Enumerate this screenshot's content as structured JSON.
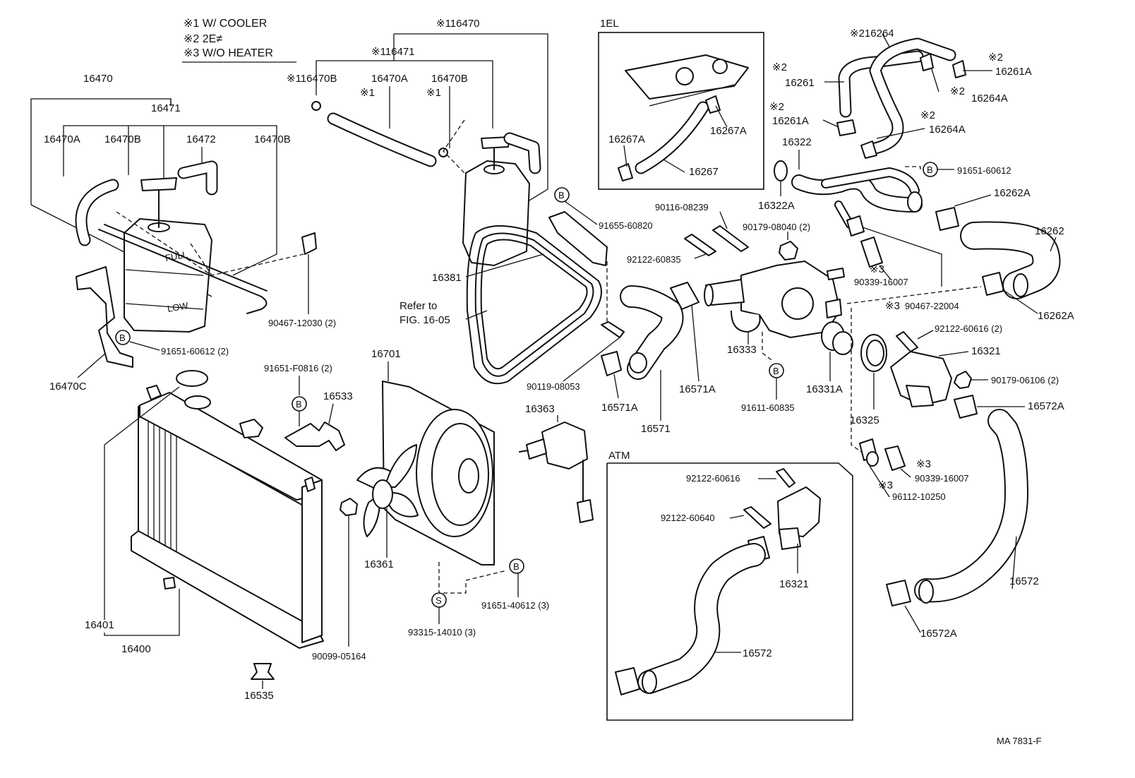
{
  "legend": {
    "note1": "※1 W/ COOLER",
    "note2": "※2 2E≠",
    "note3": "※3 W/O HEATER"
  },
  "insets": {
    "el_title": "1EL",
    "atm_title": "ATM"
  },
  "markers": {
    "b": "B",
    "s": "S",
    "n1": "※1",
    "n2": "※2",
    "n3": "※3"
  },
  "parts": {
    "p16470_left": "16470",
    "p16471_left": "16471",
    "p16470A_left": "16470A",
    "p16470B_left1": "16470B",
    "p16472": "16472",
    "p16470B_left2": "16470B",
    "p90467_12030": "90467-12030 (2)",
    "p91651_60612_2": "91651-60612 (2)",
    "p16470C": "16470C",
    "p16470_top": "※116470",
    "p16471_top": "※116471",
    "p16470B_top1": "※116470B",
    "p16470A_top": "16470A",
    "p16470B_top2": "16470B",
    "p91655_60820": "91655-60820",
    "p16381": "16381",
    "refer1": "Refer to",
    "refer2": "FIG. 16-05",
    "p90119_08053": "90119-08053",
    "p16701": "16701",
    "p91651_F0816": "91651-F0816 (2)",
    "p16533": "16533",
    "p16363": "16363",
    "p16361": "16361",
    "p91651_40612": "91651-40612 (3)",
    "p93315_14010": "93315-14010 (3)",
    "p16401": "16401",
    "p16400": "16400",
    "p90099_05164": "90099-05164",
    "p16535": "16535",
    "p16267A_l": "16267A",
    "p16267A_r": "16267A",
    "p16267": "16267",
    "p90116_08239": "90116-08239",
    "p90179_08040": "90179-08040 (2)",
    "p92122_60835": "92122-60835",
    "p16333": "16333",
    "p16571A_l": "16571A",
    "p16571A_r": "16571A",
    "p16571": "16571",
    "p91611_60835": "91611-60835",
    "p16331A": "16331A",
    "p16325": "16325",
    "p16264_top": "※216264",
    "p16261": "16261",
    "p16261A_top": "16261A",
    "p16264A_top": "16264A",
    "p16261A_mid": "16261A",
    "p16264A_mid": "16264A",
    "p16322": "16322",
    "p16322A": "16322A",
    "p91651_60612": "91651-60612",
    "p16262A_top": "16262A",
    "p16262": "16262",
    "p90339_16007_top": "90339-16007",
    "p90467_22004": "90467-22004",
    "p16262A_bot": "16262A",
    "p92122_60616_2": "92122-60616 (2)",
    "p16321_r": "16321",
    "p90179_06106": "90179-06106 (2)",
    "p16572A_top": "16572A",
    "p90339_16007_bot": "90339-16007",
    "p96112_10250": "96112-10250",
    "p16572_r": "16572",
    "p16572A_bot": "16572A",
    "p92122_60616_atm": "92122-60616",
    "p92122_60640": "92122-60640",
    "p16321_atm": "16321",
    "p16572_atm": "16572",
    "ref_code": "MA 7831-F"
  }
}
